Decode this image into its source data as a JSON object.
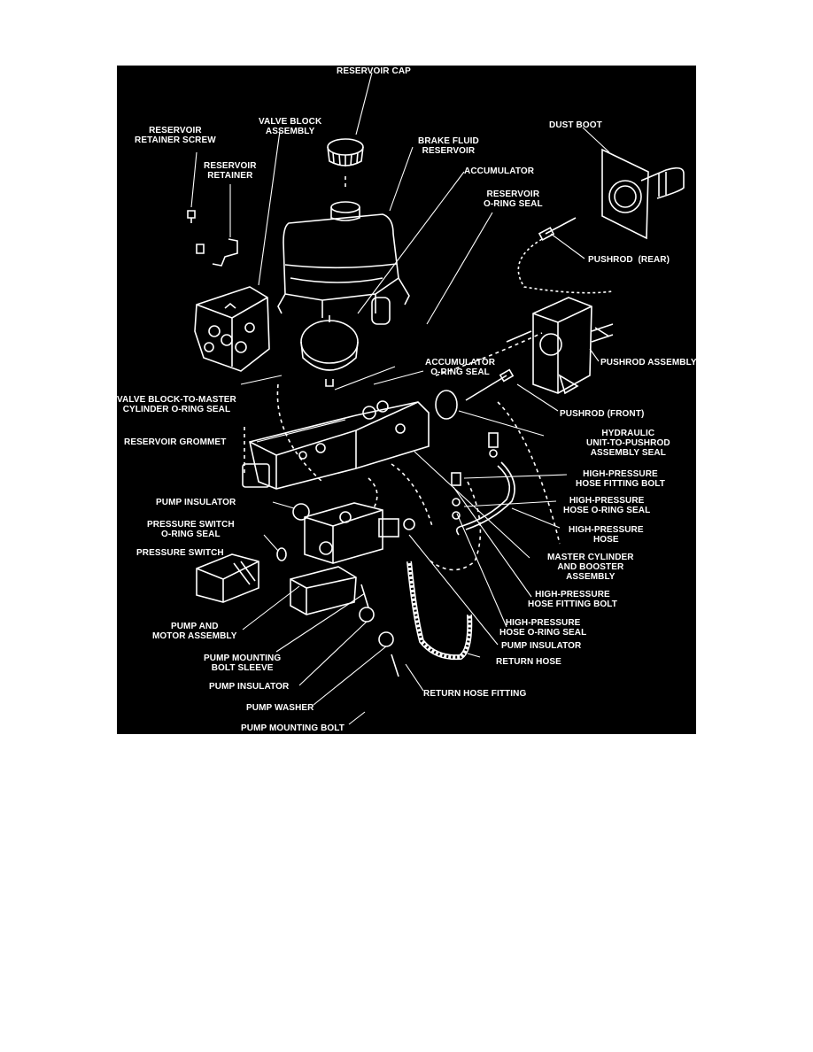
{
  "colors": {
    "background": "#000000",
    "ink": "#ffffff",
    "page": "#ffffff"
  },
  "labels": {
    "reservoir_cap": "RESERVOIR CAP",
    "reservoir_retainer_screw": "RESERVOIR\nRETAINER SCREW",
    "valve_block_assembly": "VALVE BLOCK\nASSEMBLY",
    "brake_fluid_reservoir": "BRAKE FLUID\nRESERVOIR",
    "dust_boot": "DUST BOOT",
    "reservoir_retainer": "RESERVOIR\nRETAINER",
    "accumulator": "ACCUMULATOR",
    "reservoir_o_ring_seal": "RESERVOIR\nO-RING SEAL",
    "pushrod_rear": "PUSHROD  (REAR)",
    "pushrod_assembly": "PUSHROD ASSEMBLY",
    "accumulator_o_ring_seal": "ACCUMULATOR\nO-RING SEAL",
    "valve_block_to_master_seal": "VALVE BLOCK-TO-MASTER\nCYLINDER O-RING SEAL",
    "pushrod_front": "PUSHROD (FRONT)",
    "hydraulic_unit_seal": "HYDRAULIC\nUNIT-TO-PUSHROD\nASSEMBLY SEAL",
    "reservoir_grommet": "RESERVOIR GROMMET",
    "hp_hose_fitting_bolt_1": "HIGH-PRESSURE\nHOSE FITTING BOLT",
    "pump_insulator_1": "PUMP INSULATOR",
    "hp_hose_o_ring_seal_1": "HIGH-PRESSURE\nHOSE O-RING SEAL",
    "pressure_switch_o_ring_seal": "PRESSURE SWITCH\nO-RING SEAL",
    "hp_hose": "HIGH-PRESSURE\nHOSE",
    "pressure_switch": "PRESSURE SWITCH",
    "master_cylinder_booster": "MASTER CYLINDER\nAND BOOSTER\nASSEMBLY",
    "hp_hose_fitting_bolt_2": "HIGH-PRESSURE\nHOSE FITTING BOLT",
    "pump_and_motor_assembly": "PUMP AND\nMOTOR ASSEMBLY",
    "hp_hose_o_ring_seal_2": "HIGH-PRESSURE\nHOSE O-RING SEAL",
    "pump_mounting_bolt_sleeve": "PUMP MOUNTING\nBOLT SLEEVE",
    "pump_insulator_2": "PUMP INSULATOR",
    "return_hose": "RETURN HOSE",
    "pump_insulator_3": "PUMP INSULATOR",
    "return_hose_fitting": "RETURN HOSE FITTING",
    "pump_washer": "PUMP WASHER",
    "pump_mounting_bolt": "PUMP MOUNTING BOLT"
  }
}
